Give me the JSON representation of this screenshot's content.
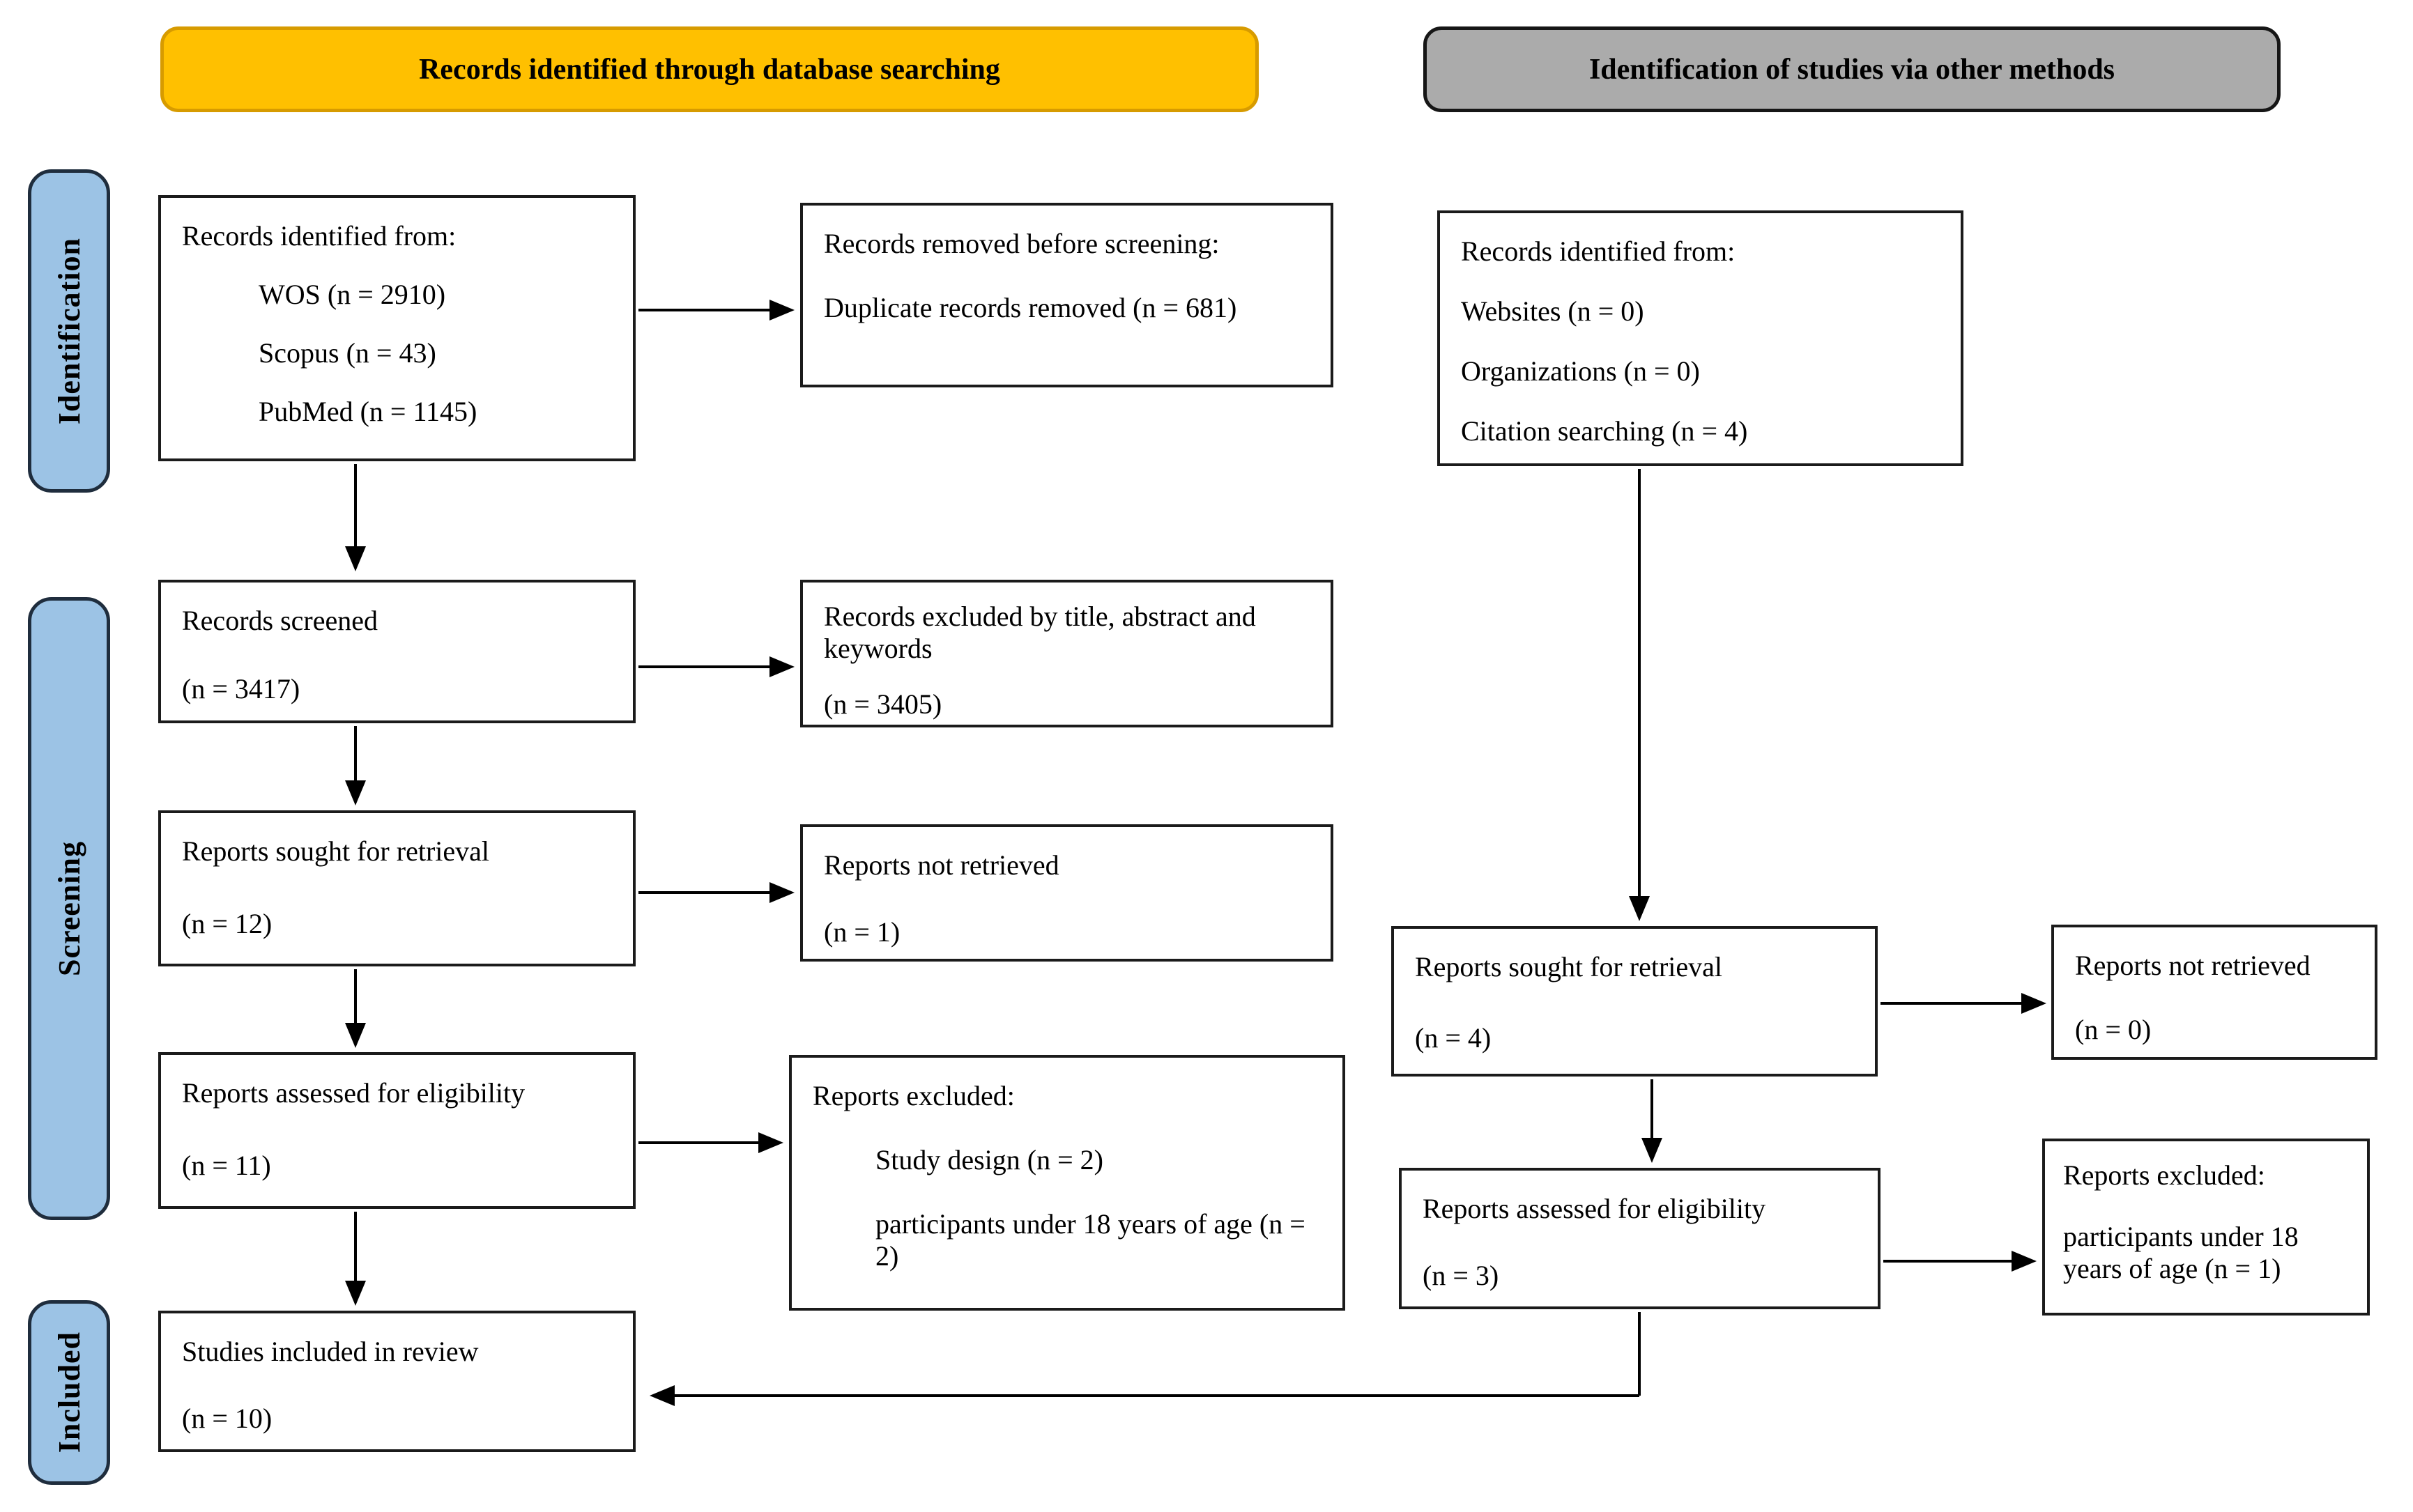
{
  "headers": {
    "database": "Records identified through database searching",
    "other_methods": "Identification of studies via other methods"
  },
  "stages": {
    "identification": "Identification",
    "screening": "Screening",
    "included": "Included"
  },
  "colors": {
    "database_header_bg": "#FFC000",
    "other_header_bg": "#ABABAB",
    "stage_bg": "#9CC3E5"
  },
  "boxes": {
    "records_identified_db": {
      "title": "Records identified from:",
      "items": [
        "WOS (n = 2910)",
        "Scopus (n = 43)",
        "PubMed (n = 1145)"
      ]
    },
    "records_removed": {
      "title": "Records removed before screening:",
      "detail": "Duplicate records removed (n = 681)"
    },
    "records_identified_other": {
      "title": "Records identified from:",
      "items": [
        "Websites (n = 0)",
        "Organizations (n = 0)",
        "Citation searching (n = 4)"
      ]
    },
    "records_screened": {
      "title": "Records screened",
      "count": "(n = 3417)"
    },
    "records_excluded": {
      "title": "Records excluded by title, abstract and keywords",
      "count": "(n = 3405)"
    },
    "reports_sought_db": {
      "title": "Reports sought for retrieval",
      "count": "(n = 12)"
    },
    "reports_not_retrieved_db": {
      "title": "Reports not retrieved",
      "count": "(n = 1)"
    },
    "reports_assessed_db": {
      "title": "Reports assessed for eligibility",
      "count": "(n = 11)"
    },
    "reports_excluded_db": {
      "title": "Reports excluded:",
      "items": [
        "Study design (n = 2)",
        "participants under 18 years of age (n = 2)"
      ]
    },
    "studies_included": {
      "title": "Studies included in review",
      "count": "(n = 10)"
    },
    "reports_sought_other": {
      "title": "Reports sought for retrieval",
      "count": "(n = 4)"
    },
    "reports_not_retrieved_other": {
      "title": "Reports not retrieved",
      "count": "(n = 0)"
    },
    "reports_assessed_other": {
      "title": "Reports assessed for eligibility",
      "count": "(n = 3)"
    },
    "reports_excluded_other": {
      "title": "Reports excluded:",
      "detail": "participants under 18 years of age (n = 1)"
    }
  }
}
